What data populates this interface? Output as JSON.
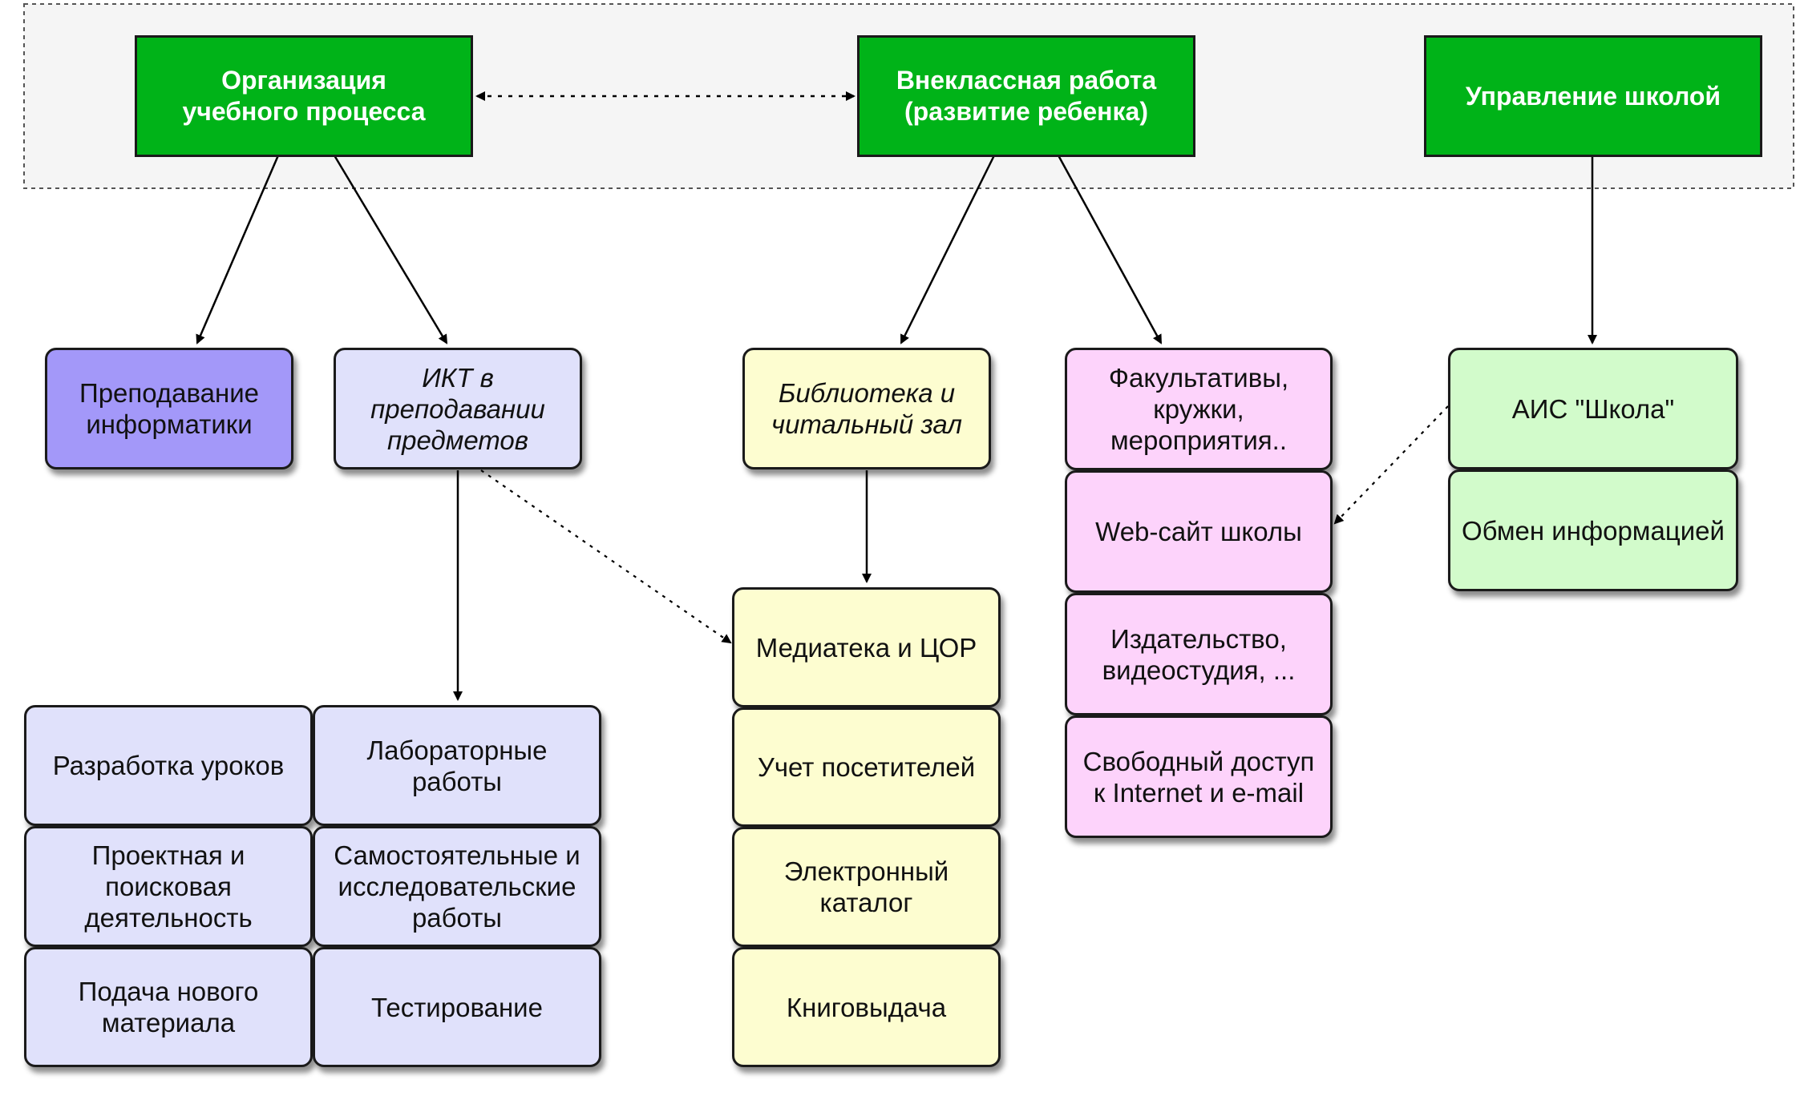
{
  "top": {
    "org": "Организация\nучебного процесса",
    "extra": "Внеклассная работа\n(развитие ребенка)",
    "mgmt": "Управление школой"
  },
  "org": {
    "teaching": "Преподавание\nинформатики",
    "ict": "ИКТ в\nпреподавании\nпредметов",
    "grid": [
      "Разработка уроков",
      "Лабораторные\nработы",
      "Проектная и\nпоисковая\nдеятельность",
      "Самостоятельные и\nисследовательские\nработы",
      "Подача нового\nматериала",
      "Тестирование"
    ]
  },
  "library": {
    "title": "Библиотека и\nчитальный зал",
    "items": [
      "Медиатека и ЦОР",
      "Учет посетителей",
      "Электронный\nкаталог",
      "Книговыдача"
    ]
  },
  "activities": {
    "items": [
      "Факультативы,\nкружки,\nмероприятия..",
      "Web-сайт школы",
      "Издательство,\nвидеостудия, ...",
      "Свободный доступ\nк Internet и e-mail"
    ]
  },
  "ais": {
    "items": [
      "АИС \"Школа\"",
      "Обмен информацией"
    ]
  },
  "colors": {
    "top": "#00b318",
    "teaching": "#a398f9",
    "ict": "#e0e1fb",
    "library": "#fdfdd0",
    "activities": "#fdd3fb",
    "ais": "#d2fbcb"
  }
}
